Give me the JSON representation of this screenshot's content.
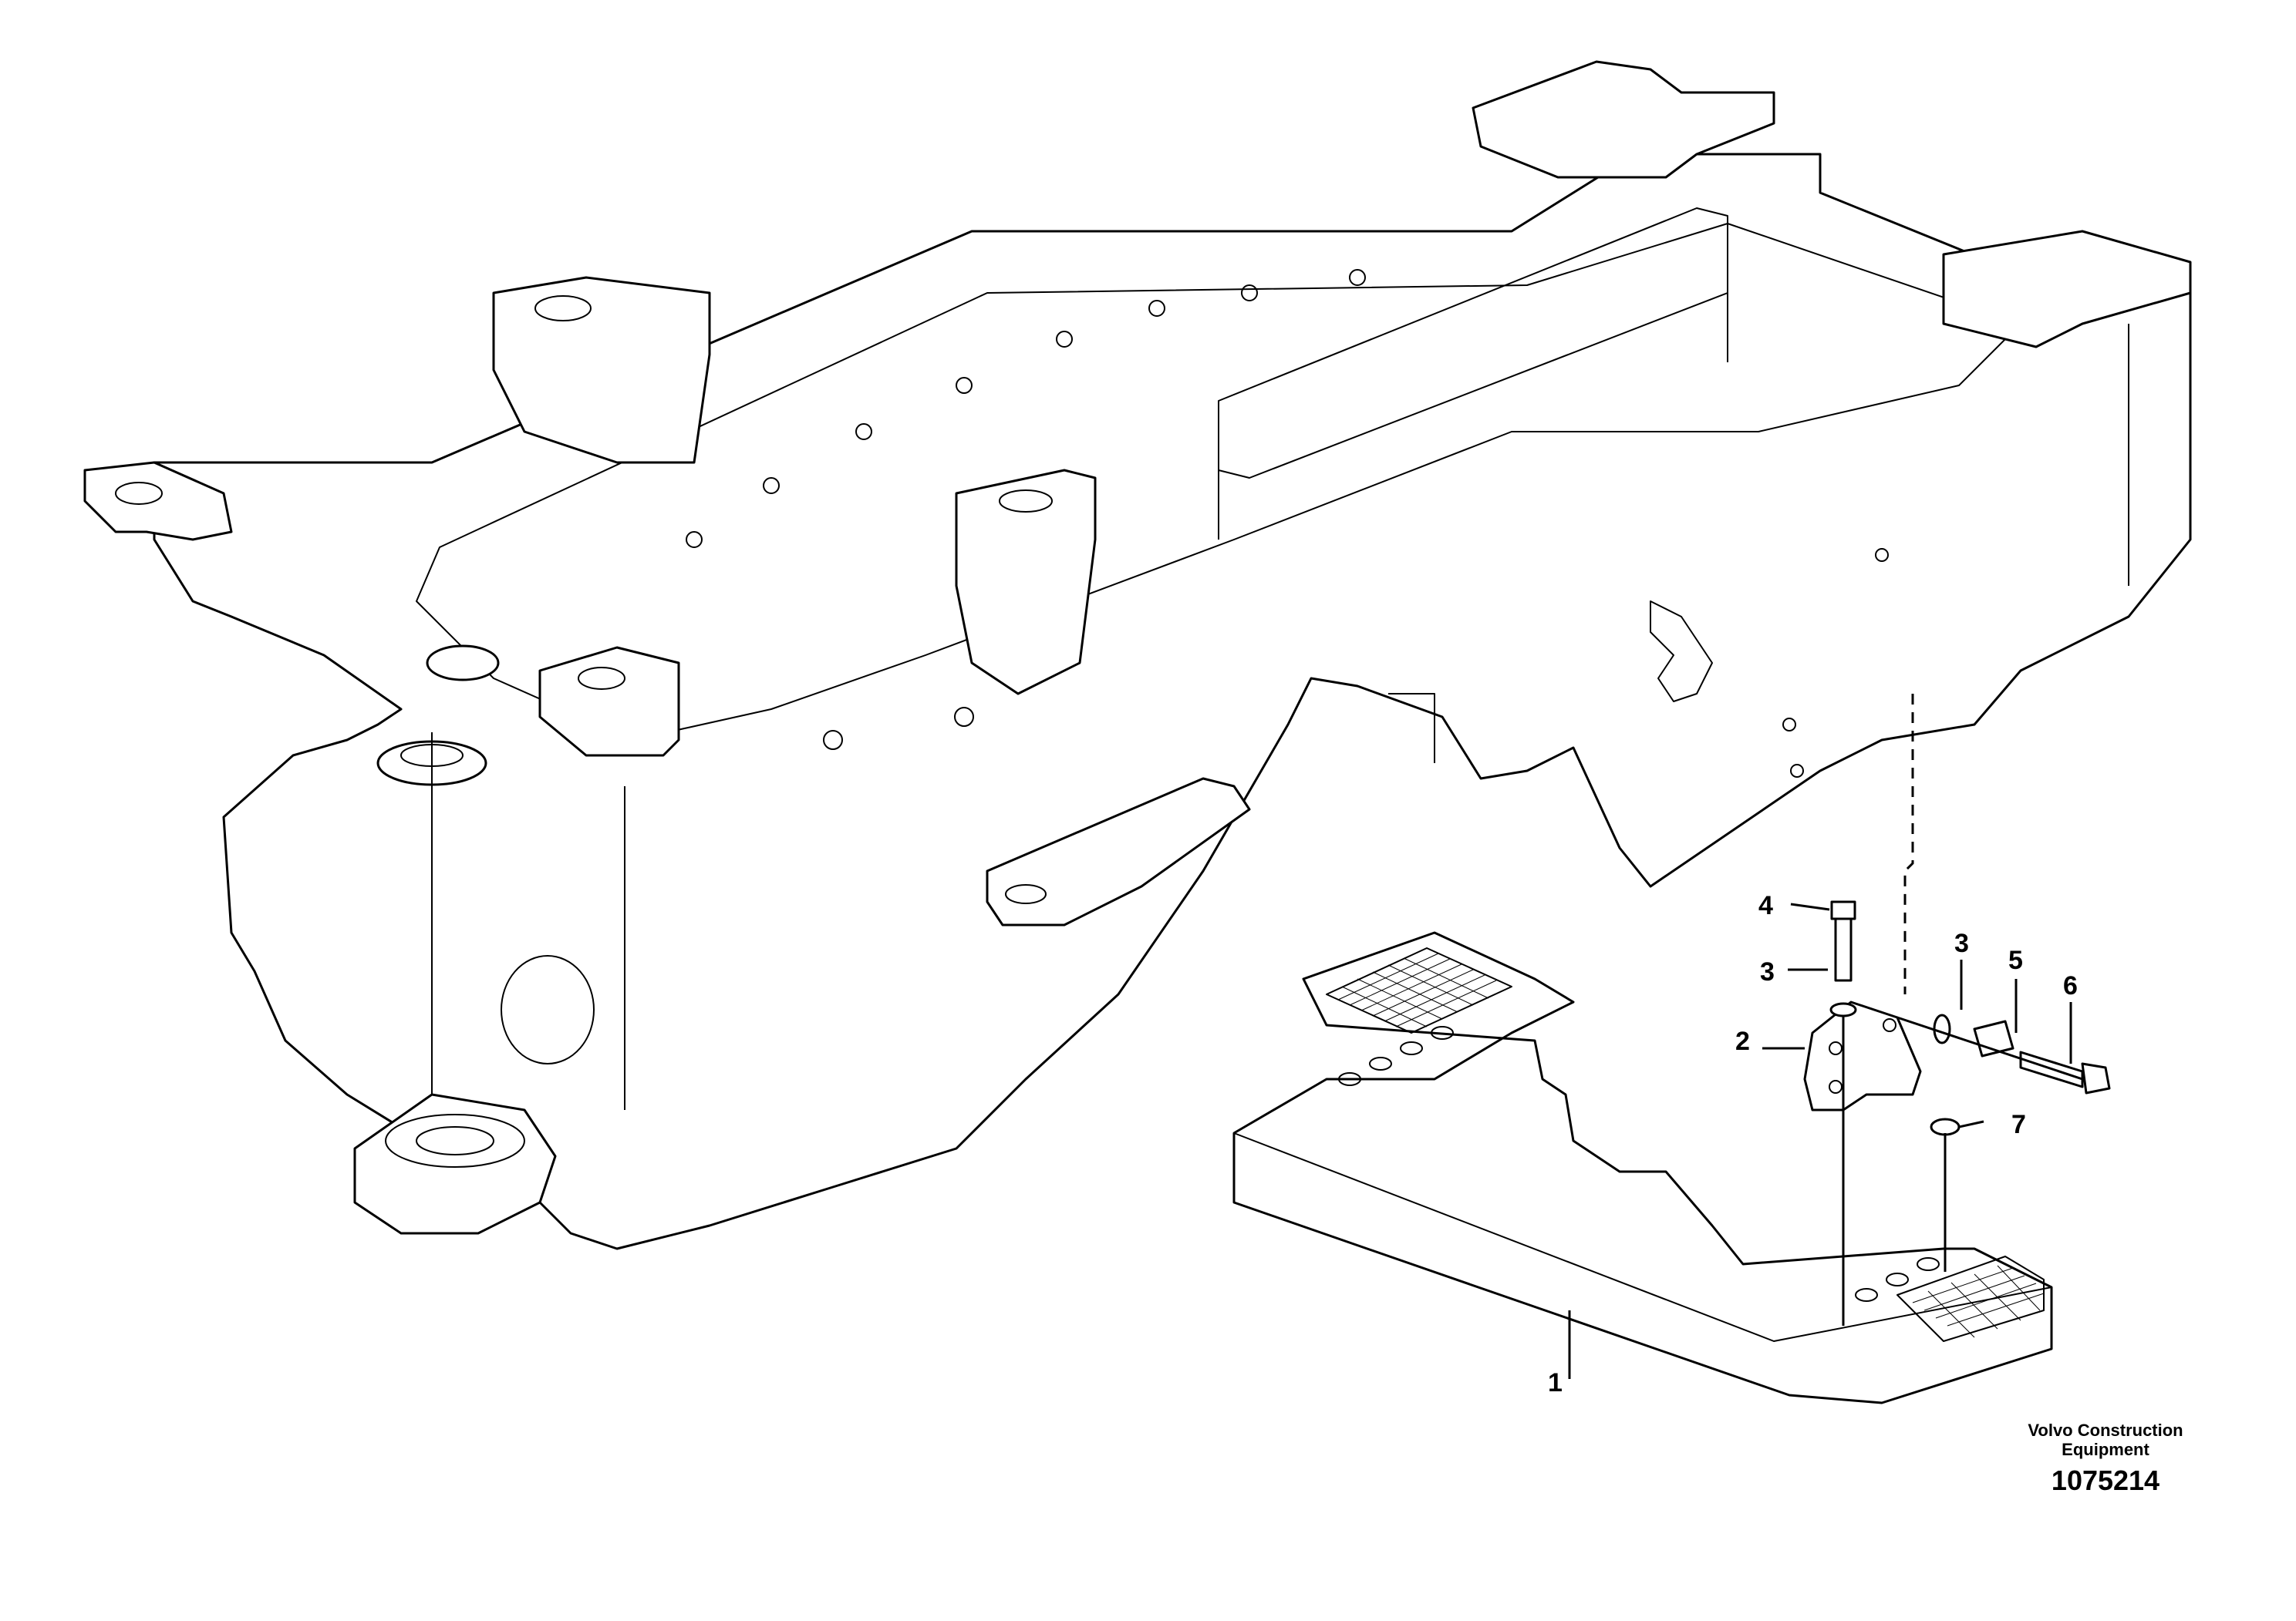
{
  "callouts": {
    "c1": "1",
    "c2": "2",
    "c3a": "3",
    "c3b": "3",
    "c4": "4",
    "c5": "5",
    "c6": "6",
    "c7": "7"
  },
  "brand": {
    "line1": "Volvo Construction",
    "line2": "Equipment",
    "figure_number": "1075214"
  }
}
